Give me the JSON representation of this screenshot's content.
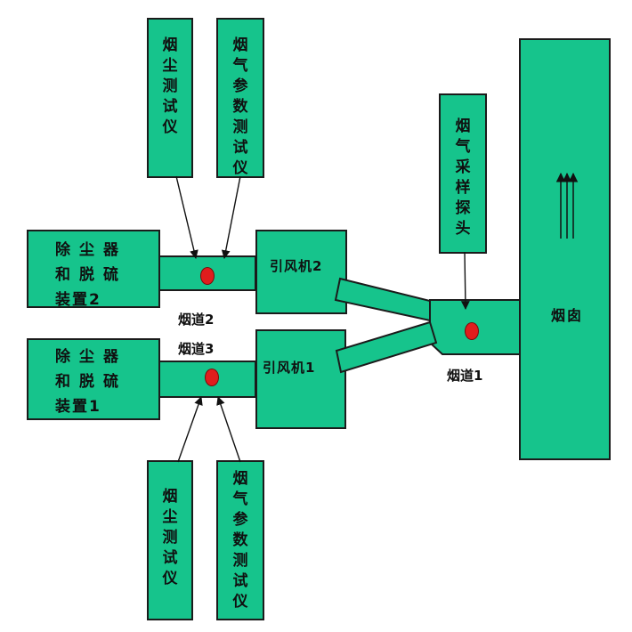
{
  "instruments_top": {
    "dust_meter": "烟尘测试仪",
    "gas_meter": "烟气参数测试仪"
  },
  "instruments_bottom": {
    "dust_meter": "烟尘测试仪",
    "gas_meter": "烟气参数测试仪"
  },
  "sampling_probe": "烟气采样探头",
  "collector2": {
    "line1": "除尘器",
    "line2": "和脱硫",
    "line3": "装置2"
  },
  "collector1": {
    "line1": "除尘器",
    "line2": "和脱硫",
    "line3": "装置1"
  },
  "fan2": "引风机2",
  "fan1": "引风机1",
  "duct2": "烟道2",
  "duct3": "烟道3",
  "duct1": "烟道1",
  "chimney": "烟囱",
  "colors": {
    "fill": "#16c48c",
    "border": "#1b1b1b",
    "dot": "#e01d1d"
  }
}
